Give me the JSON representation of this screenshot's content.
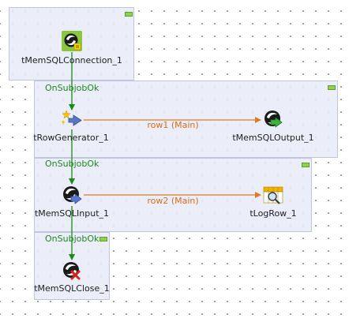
{
  "colors": {
    "trigger_link": "#1a8a1a",
    "row_link": "#e07b22",
    "subjob_fill": "#e8eaf8",
    "subjob_border": "#c2c6dc",
    "collapse": "#8fd14f"
  },
  "components": {
    "connection": {
      "label": "tMemSQLConnection_1",
      "icon": "memsql-connection-icon"
    },
    "row_generator": {
      "label": "tRowGenerator_1",
      "icon": "row-generator-icon"
    },
    "memsql_output": {
      "label": "tMemSQLOutput_1",
      "icon": "memsql-output-icon"
    },
    "memsql_input": {
      "label": "tMemSQLInput_1",
      "icon": "memsql-input-icon"
    },
    "log_row": {
      "label": "tLogRow_1",
      "icon": "log-row-icon"
    },
    "close": {
      "label": "tMemSQLClose_1",
      "icon": "memsql-close-icon"
    }
  },
  "triggers": {
    "t1": "OnSubjobOk",
    "t2": "OnSubjobOk",
    "t3": "OnSubjobOk"
  },
  "links": {
    "row1": "row1 (Main)",
    "row2": "row2 (Main)"
  }
}
